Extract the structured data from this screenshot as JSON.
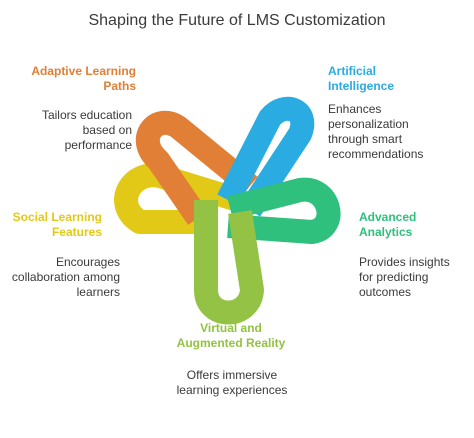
{
  "title": "Shaping the Future of LMS Customization",
  "colors": {
    "orange": "#E07F35",
    "blue": "#2AABE2",
    "green": "#2FC07D",
    "lime": "#93C244",
    "yellow": "#E2C918"
  },
  "items": [
    {
      "label": "Adaptive Learning Paths",
      "desc": "Tailors education based on performance",
      "color_key": "orange"
    },
    {
      "label": "Artificial Intelligence",
      "desc": "Enhances personalization through smart recommendations",
      "color_key": "blue"
    },
    {
      "label": "Advanced Analytics",
      "desc": "Provides insights for predicting outcomes",
      "color_key": "green"
    },
    {
      "label": "Virtual and Augmented Reality",
      "desc": "Offers immersive learning experiences",
      "color_key": "lime"
    },
    {
      "label": "Social Learning Features",
      "desc": "Encourages collaboration among learners",
      "color_key": "yellow"
    }
  ]
}
